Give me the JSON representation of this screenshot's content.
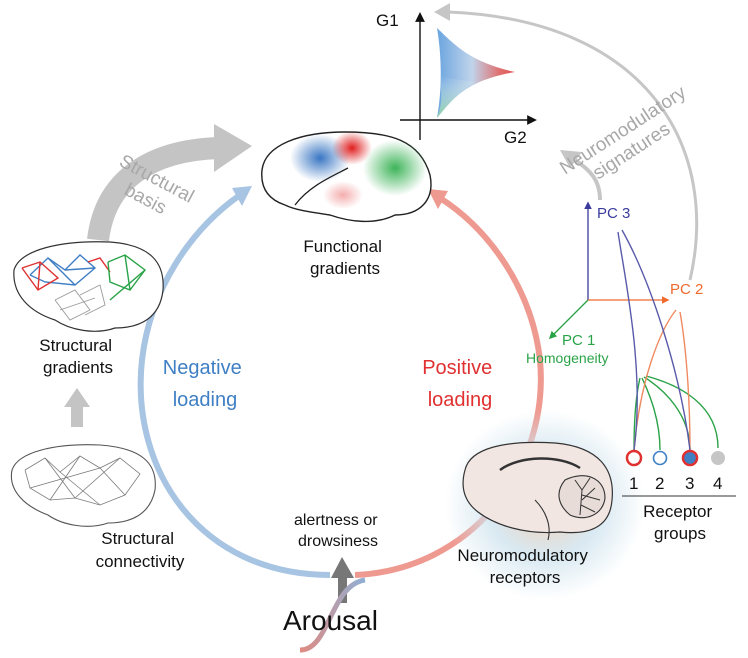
{
  "gradient_plot": {
    "y_axis": "G1",
    "x_axis": "G2"
  },
  "labels": {
    "structural_basis_line1": "Structural",
    "structural_basis_line2": "basis",
    "neuromodulatory_signatures_line1": "Neuromodulatory",
    "neuromodulatory_signatures_line2": "signatures",
    "functional_gradients_line1": "Functional",
    "functional_gradients_line2": "gradients",
    "structural_gradients_line1": "Structural",
    "structural_gradients_line2": "gradients",
    "structural_connectivity_line1": "Structural",
    "structural_connectivity_line2": "connectivity",
    "negative_loading_line1": "Negative",
    "negative_loading_line2": "loading",
    "positive_loading_line1": "Positive",
    "positive_loading_line2": "loading",
    "alertness_line1": "alertness or",
    "alertness_line2": "drowsiness",
    "arousal": "Arousal",
    "neuromodulatory_receptors_line1": "Neuromodulatory",
    "neuromodulatory_receptors_line2": "receptors"
  },
  "pca": {
    "pc1": "PC 1",
    "pc2": "PC 2",
    "pc3": "PC 3",
    "homogeneity": "Homogeneity"
  },
  "receptor_groups": {
    "title_line1": "Receptor",
    "title_line2": "groups",
    "numbers": [
      "1",
      "2",
      "3",
      "4"
    ]
  },
  "colors": {
    "blue": "#3f7fc4",
    "red": "#e03030",
    "green": "#2aa348",
    "orange": "#ef6a2d",
    "purple": "#3b3b9b",
    "gray": "#b5b5b5",
    "loop_blue": "#9fbfe0",
    "loop_red": "#ef9187"
  }
}
